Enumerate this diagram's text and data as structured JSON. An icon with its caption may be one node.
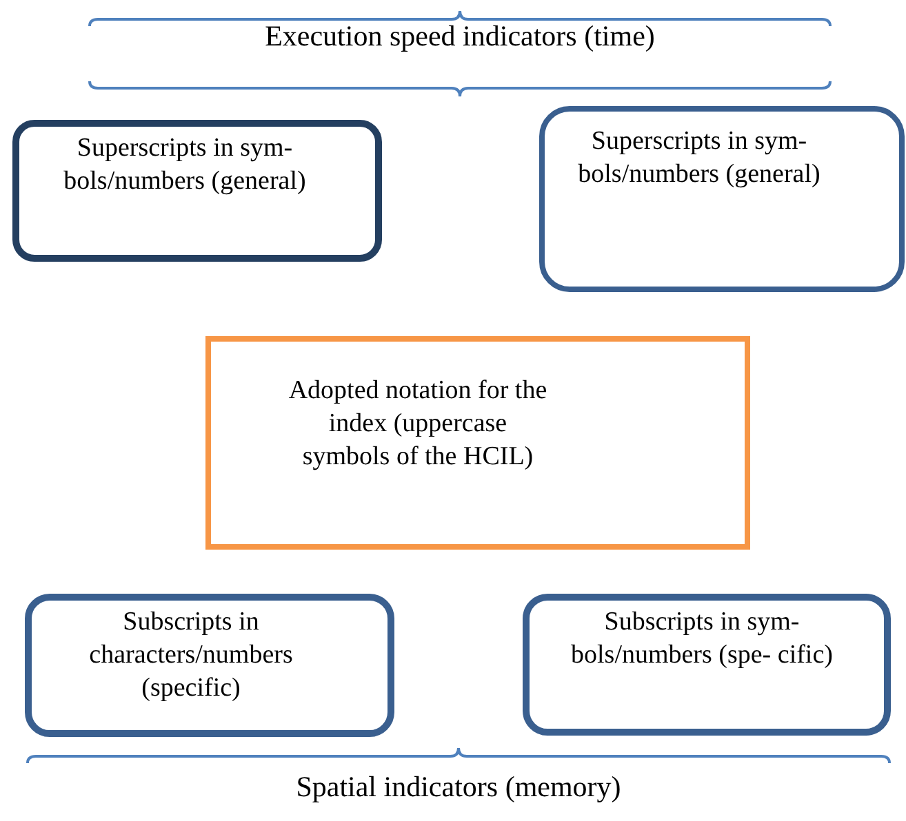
{
  "diagram": {
    "nodes": [
      {
        "text": [
          "Execution speed indicators (time)"
        ]
      },
      {
        "text": [
          "Superscripts in sym- bols/numbers (general)"
        ]
      },
      {
        "text": [
          "Superscripts in sym- bols/numbers (general)"
        ]
      },
      {
        "text": [
          "Adopted notation for the index (uppercase symbols of the HCIL)"
        ]
      },
      {
        "text": [
          "Subscripts in characters/numbers (specific)"
        ]
      },
      {
        "text": [
          "Subscripts in sym- bols/numbers (spe- cific)"
        ]
      },
      {
        "text": [
          "Spatial indicators (memory)"
        ]
      }
    ]
  }
}
